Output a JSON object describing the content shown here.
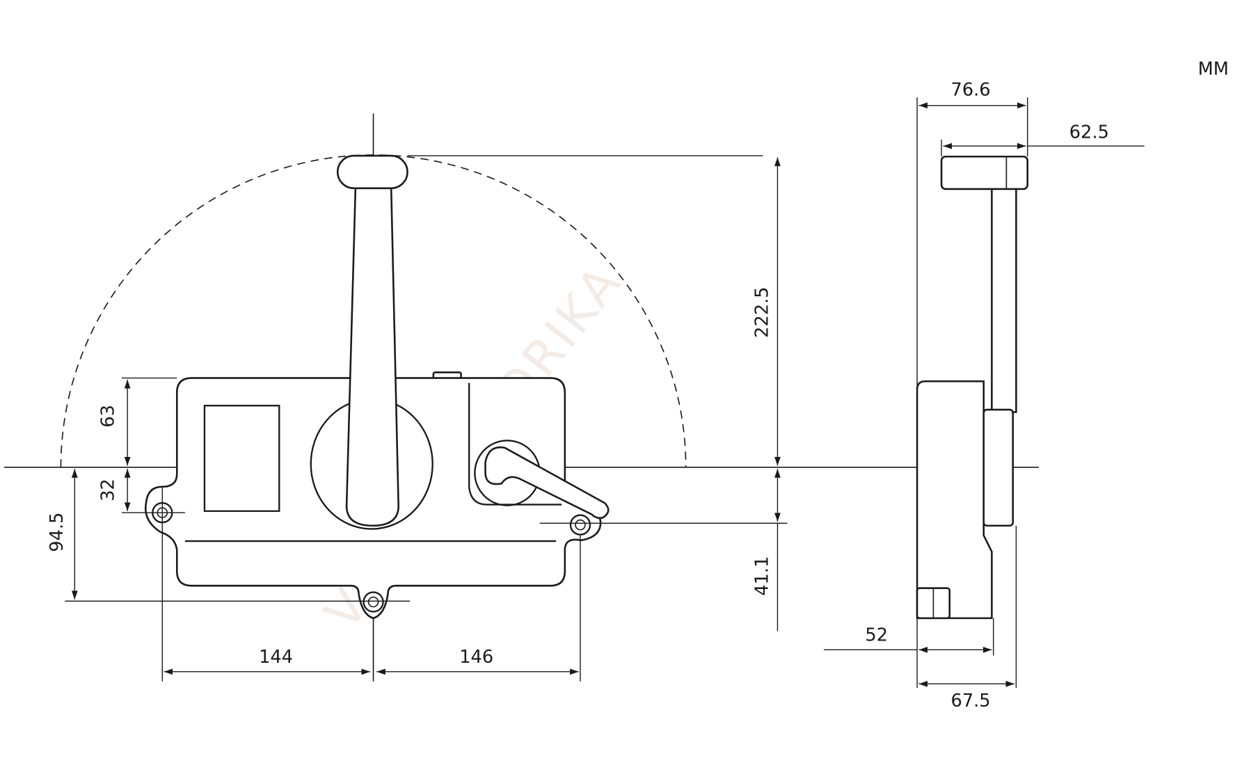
{
  "units": "MM",
  "watermark": "VODOMOTORIKA",
  "dimensions": {
    "lever_height": "222.5",
    "housing_top": "63",
    "housing_lower": "32",
    "bottom_mount": "94.5",
    "right_mount_offset": "41.1",
    "left_width": "144",
    "right_width": "146",
    "side_total_depth": "76.6",
    "side_knob_depth": "62.5",
    "side_body_depth": "52",
    "side_panel_depth": "67.5"
  }
}
